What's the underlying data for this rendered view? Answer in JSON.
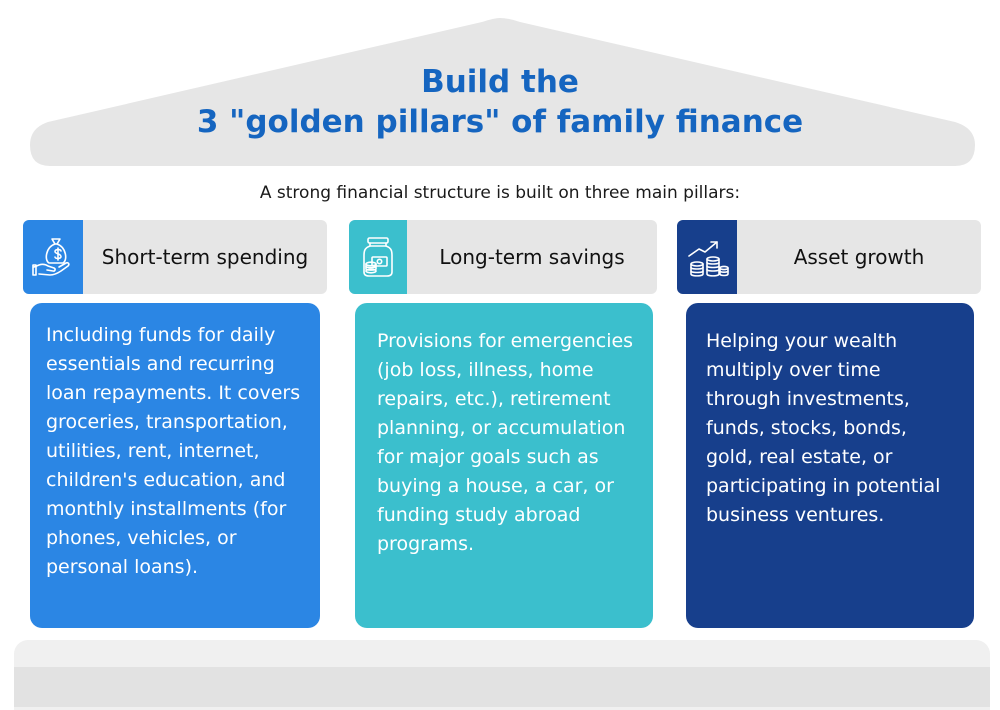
{
  "title": {
    "line1": "Build the",
    "line2": "3 \"golden pillars\" of family finance"
  },
  "subtitle": "A strong financial structure is built on three main pillars:",
  "colors": {
    "title": "#1565c0",
    "pillar1": "#2b86e4",
    "pillar2": "#3bbfcd",
    "pillar3": "#173f8c",
    "header_bg": "#e6e6e6",
    "roof": "#e6e6e6"
  },
  "pillars": [
    {
      "icon": "hand-money-bag-icon",
      "label": "Short-term spending",
      "text": "Including funds for daily essentials and recurring loan repayments. It covers groceries, transportation, utilities, rent, internet, children's education, and monthly installments (for phones, vehicles, or personal loans)."
    },
    {
      "icon": "savings-jar-icon",
      "label": "Long-term savings",
      "text": "Provisions for emergencies (job loss, illness, home repairs, etc.), retirement planning, or accumulation for major goals such as buying a house, a car, or funding study abroad programs."
    },
    {
      "icon": "coins-growth-icon",
      "label": "Asset growth",
      "text": "Helping your wealth multiply over time through investments, funds, stocks, bonds, gold, real estate, or participating in potential business ventures."
    }
  ]
}
